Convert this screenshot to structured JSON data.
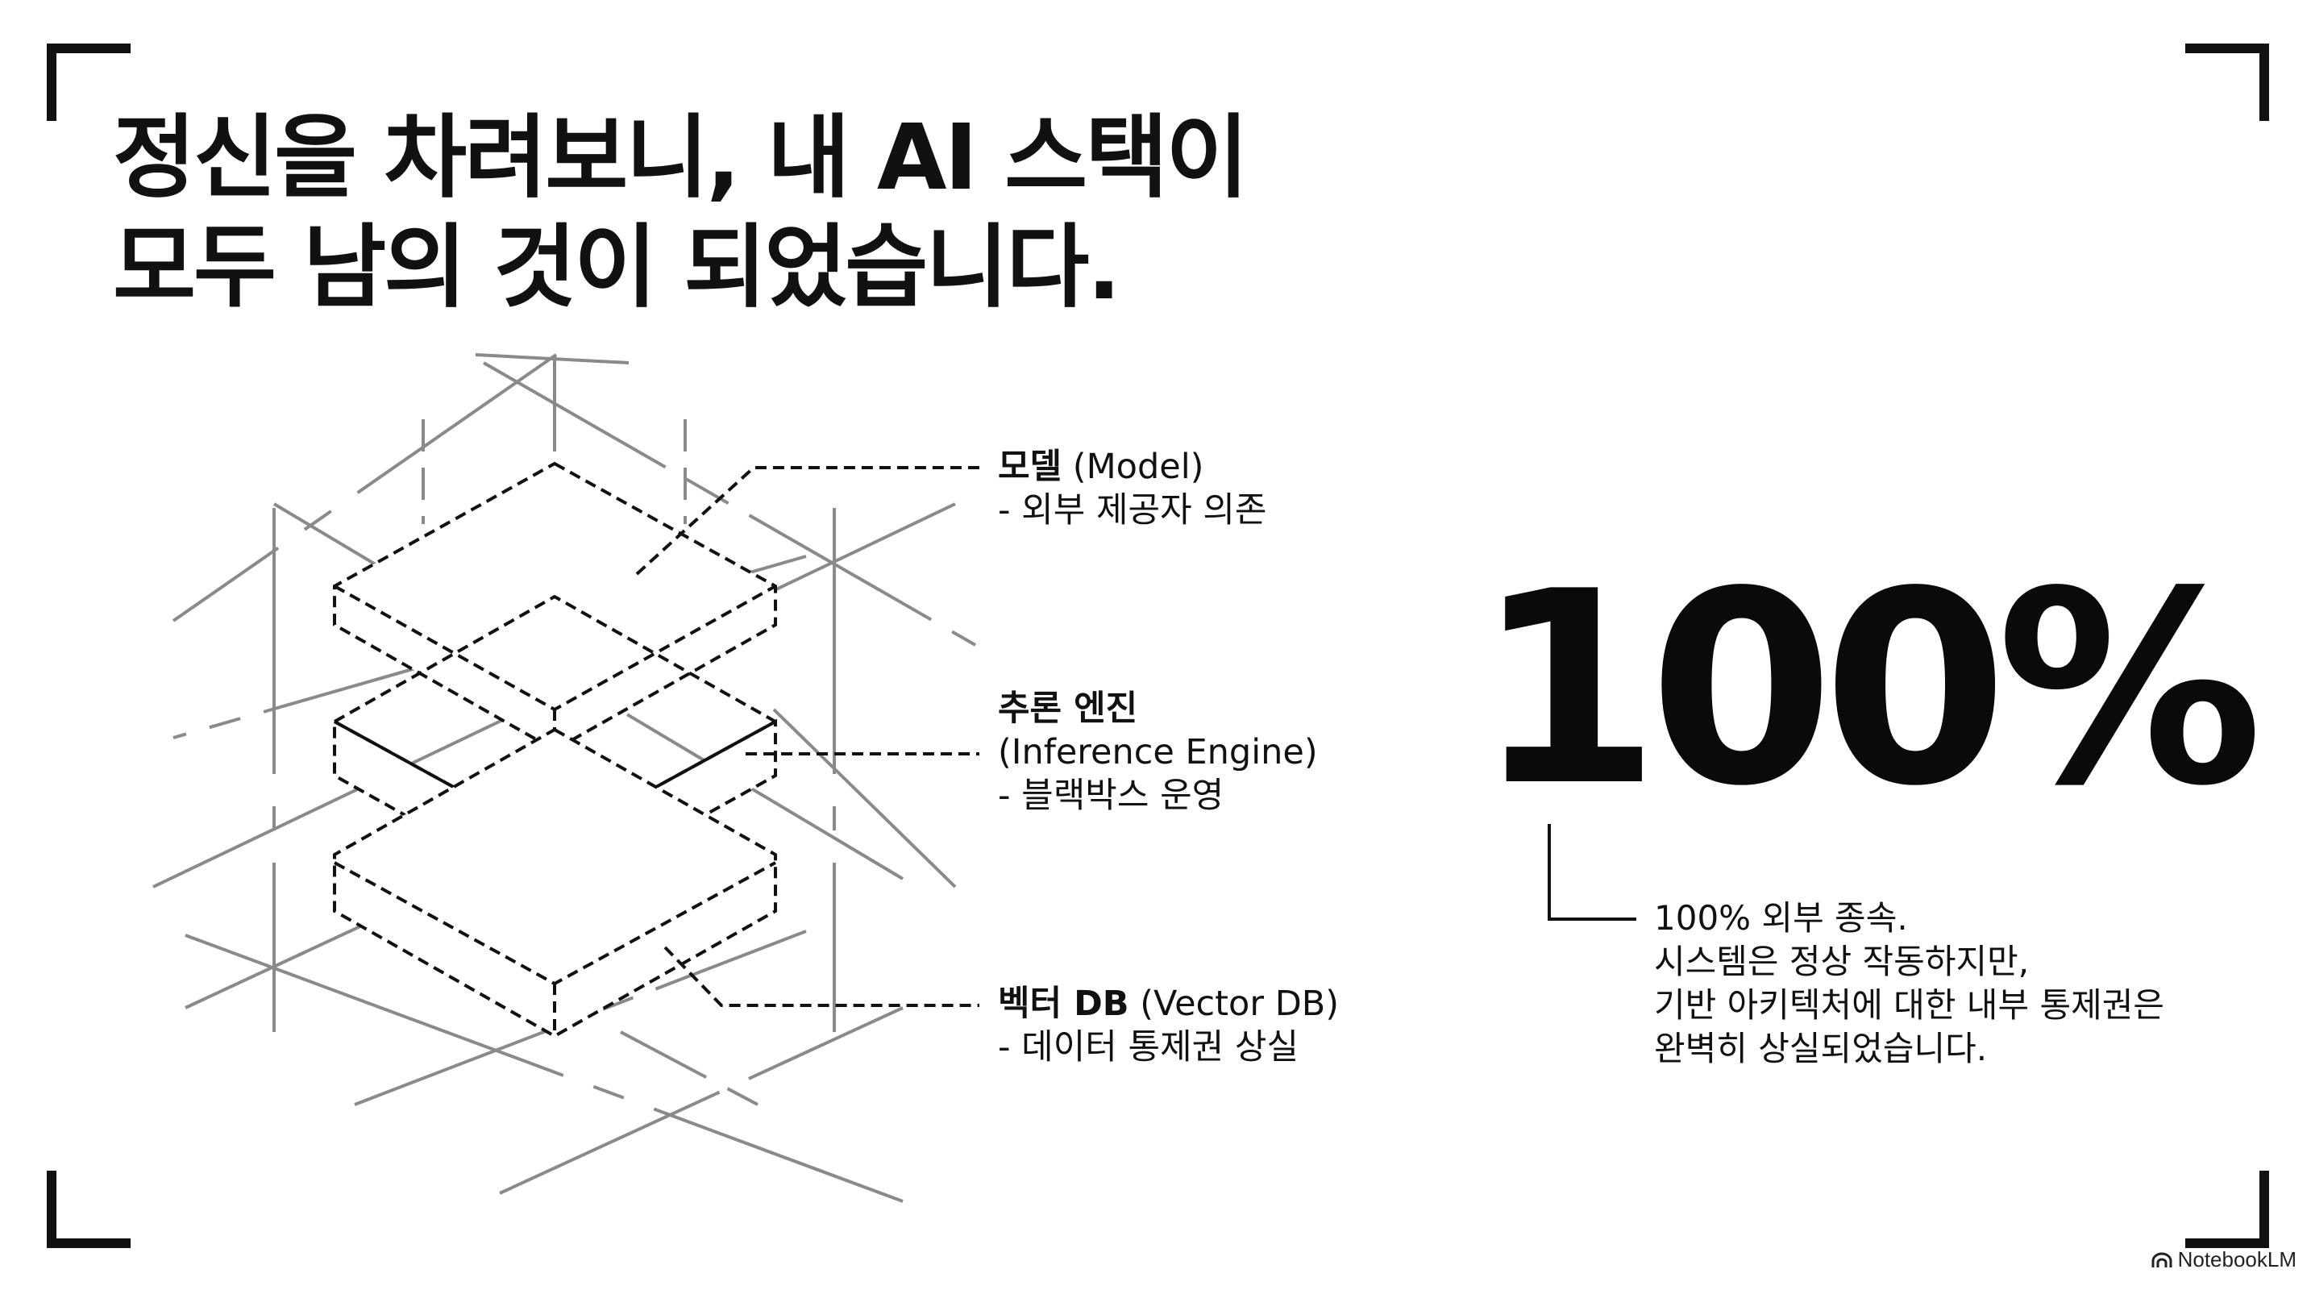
{
  "title": {
    "line1": "정신을 차려보니, 내 AI 스택이",
    "line2": "모두 남의 것이 되었습니다."
  },
  "layers": [
    {
      "name_ko": "모델",
      "name_en": "(Model)",
      "desc": "- 외부 제공자 의존"
    },
    {
      "name_ko": "추론 엔진",
      "name_en": "(Inference Engine)",
      "desc": "- 블랙박스 운영"
    },
    {
      "name_ko": "벡터 DB",
      "name_en": "(Vector DB)",
      "desc": "- 데이터 통제권 상실"
    }
  ],
  "stat": {
    "value": "100%",
    "lines": [
      "100% 외부 종속.",
      "시스템은 정상 작동하지만,",
      "기반 아키텍처에 대한 내부 통제권은",
      "완벽히 상실되었습니다."
    ]
  },
  "branding": {
    "name": "NotebookLM",
    "icon": "notebooklm-logo-icon"
  },
  "colors": {
    "ink": "#111111",
    "grid": "#8a8a8a",
    "background": "#ffffff"
  }
}
